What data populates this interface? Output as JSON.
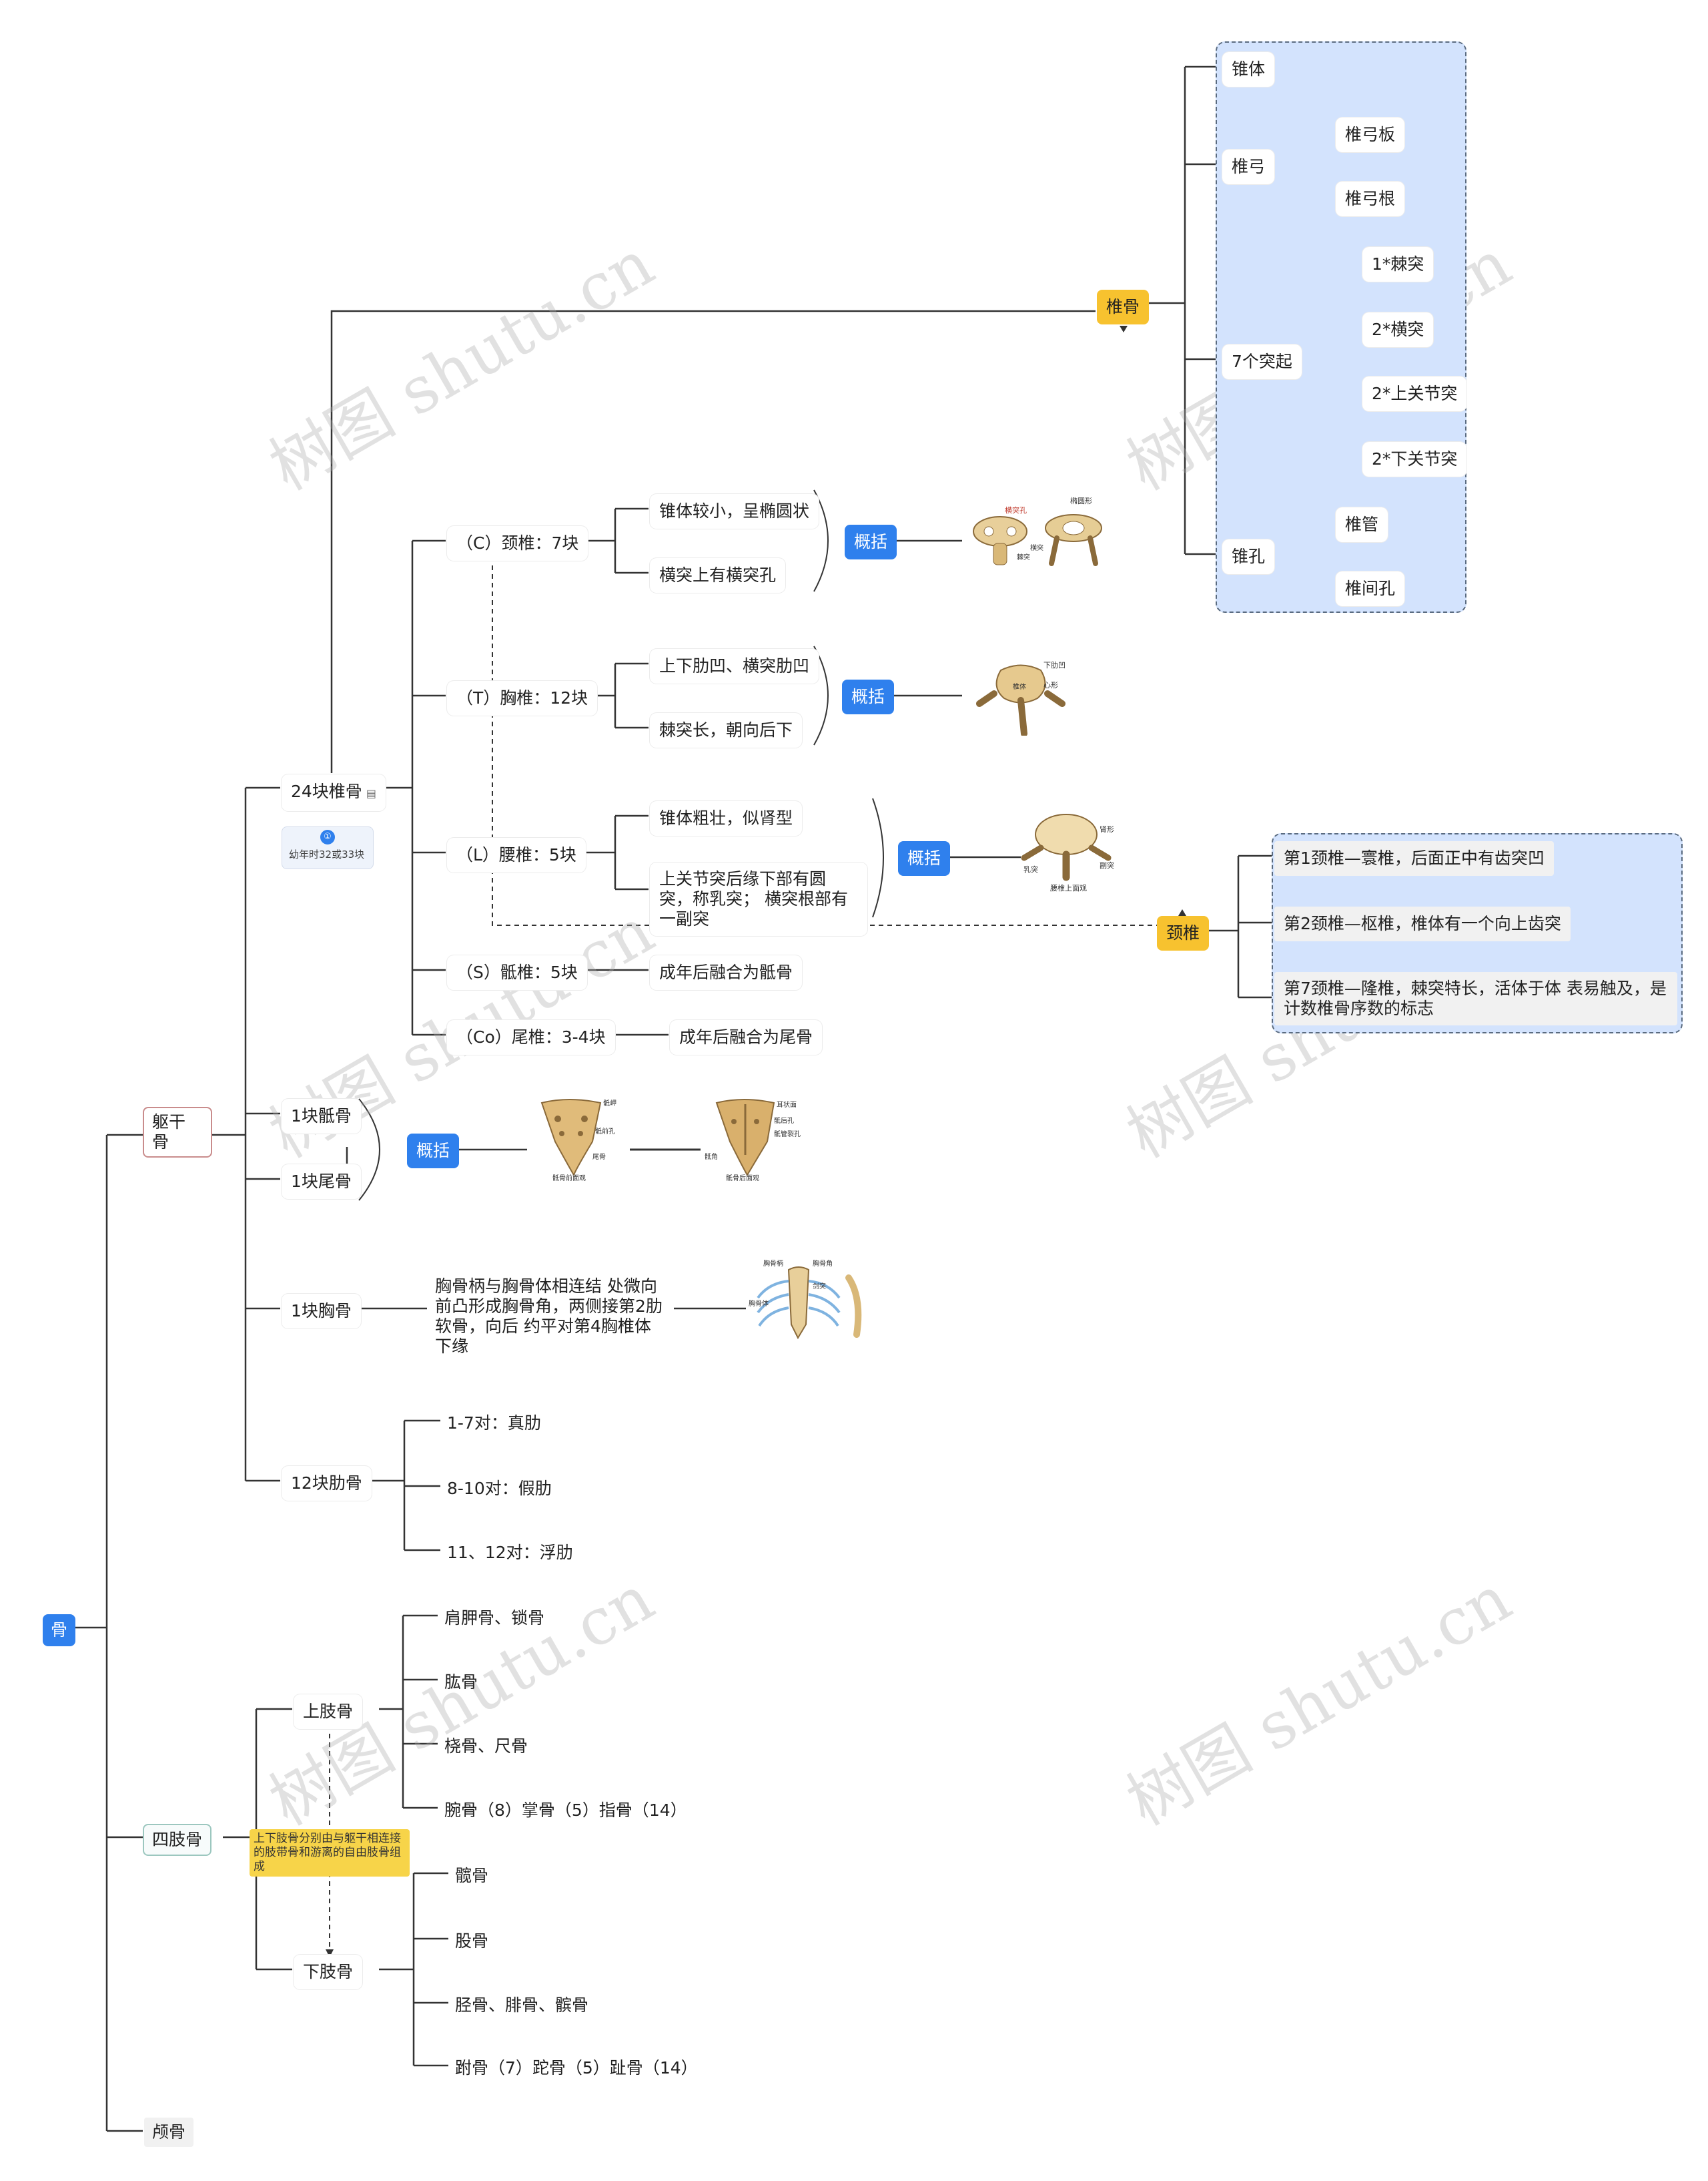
{
  "root": "骨",
  "trunk": {
    "label": "躯干\n骨",
    "vertebrae": {
      "label": "24块椎骨",
      "note": "幼年时32或33块",
      "note_count": "①",
      "regions": [
        {
          "label": "（C）颈椎：7块",
          "details": [
            "锥体较小，呈椭圆状",
            "横突上有横突孔"
          ],
          "summary": "概括"
        },
        {
          "label": "（T）胸椎：12块",
          "details": [
            "上下肋凹、横突肋凹",
            "棘突长，朝向后下"
          ],
          "summary": "概括"
        },
        {
          "label": "（L）腰椎：5块",
          "details": [
            "锥体粗壮，似肾型",
            "上关节突后缘下部有圆突，称乳突；  横突根部有一副突"
          ],
          "summary": "概括"
        },
        {
          "label": "（S）骶椎：5块",
          "details": [
            "成年后融合为骶骨"
          ]
        },
        {
          "label": "（Co）尾椎：3-4块",
          "details": [
            "成年后融合为尾骨"
          ]
        }
      ]
    },
    "sacrum": "1块骶骨",
    "coccyx": "1块尾骨",
    "sacrum_summary": "概括",
    "sternum": {
      "label": "1块胸骨",
      "detail": "胸骨柄与胸骨体相连结 处微向前凸形成胸骨角，两侧接第2肋软骨，向后 约平对第4胸椎体下缘"
    },
    "ribs": {
      "label": "12块肋骨",
      "items": [
        "1-7对：真肋",
        "8-10对：假肋",
        "11、12对：浮肋"
      ]
    }
  },
  "vertebra_callout": {
    "label": "椎骨",
    "parts": [
      {
        "label": "锥体",
        "children": []
      },
      {
        "label": "椎弓",
        "children": [
          "椎弓板",
          "椎弓根"
        ]
      },
      {
        "label": "7个突起",
        "children": [
          "1*棘突",
          "2*横突",
          "2*上关节突",
          "2*下关节突"
        ]
      },
      {
        "label": "锥孔",
        "children": [
          "椎管",
          "椎间孔"
        ]
      }
    ]
  },
  "cervical_callout": {
    "label": "颈椎",
    "items": [
      "第1颈椎—寰椎，后面正中有齿突凹",
      "第2颈椎—枢椎，椎体有一个向上齿突",
      "第7颈椎—隆椎，棘突特长，活体于体 表易触及，是计数椎骨序数的标志"
    ]
  },
  "limbs": {
    "label": "四肢骨",
    "note": "上下肢骨分别由与躯干相连接的肢带骨和游离的自由肢骨组成",
    "upper": {
      "label": "上肢骨",
      "items": [
        "肩胛骨、锁骨",
        "肱骨",
        "桡骨、尺骨",
        "腕骨（8）掌骨（5）指骨（14）"
      ]
    },
    "lower": {
      "label": "下肢骨",
      "items": [
        "髋骨",
        "股骨",
        "胫骨、腓骨、髌骨",
        "跗骨（7）跎骨（5）趾骨（14）"
      ]
    }
  },
  "skull": "颅骨",
  "image_labels": {
    "cervical": [
      "横突孔",
      "椭圆形",
      "棘突",
      "横突"
    ],
    "thoracic": [
      "下肋凹",
      "心形",
      "椎体"
    ],
    "lumbar": [
      "肾形",
      "乳突",
      "副突",
      "腰椎上面观"
    ],
    "sacrum1": [
      "骶岬",
      "骶前孔",
      "尾骨",
      "骶骨前面观"
    ],
    "sacrum2": [
      "耳状面",
      "骶后孔",
      "骶管裂孔",
      "骶角",
      "骶骨后面观"
    ],
    "sternum": [
      "胸骨柄",
      "胸骨角",
      "剑突",
      "胸骨体"
    ]
  },
  "watermark": "树图 shutu.cn",
  "colors": {
    "accent_blue": "#2f80ed",
    "yellow": "#f7c22f",
    "panel": "#d3e3fd",
    "line": "#333333"
  }
}
